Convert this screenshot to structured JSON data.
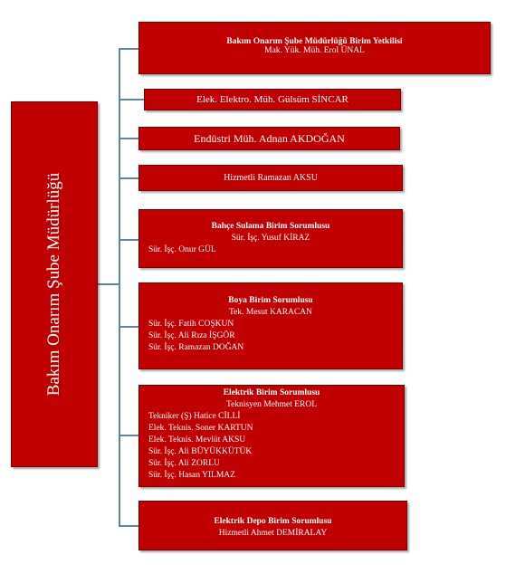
{
  "root": {
    "label": "Bakım Onarım Şube Müdürlüğü"
  },
  "units": [
    {
      "title": "Bakım Onarım Şube Müdürlüğü Birim Yetkilisi",
      "lines": [
        "Mak. Yük. Müh. Erol ÜNAL"
      ]
    },
    {
      "label": "Elek. Elektro. Müh. Gülsüm SİNCAR"
    },
    {
      "label": "Endüstri Müh. Adnan AKDOĞAN"
    },
    {
      "label": "Hizmetli Ramazan AKSU"
    },
    {
      "title": "Bahçe Sulama Birim Sorumlusu",
      "lines": [
        "Sür. İşç. Yusuf KİRAZ",
        "Sür. İşç. Onur GÜL"
      ]
    },
    {
      "title": "Boya Birim Sorumlusu",
      "lines": [
        "Tek. Mesut KARACAN",
        "Sür. İşç. Fatih COŞKUN",
        "Sür. İşç. Ali Rıza İŞGÖR",
        "Sür. İşç. Ramazan DOĞAN"
      ]
    },
    {
      "title": "Elektrik Birim Sorumlusu",
      "lines": [
        "Teknisyen Mehmet EROL",
        "Tekniker (Ş) Hatice CİLLİ",
        "Elek. Teknis. Soner KARTUN",
        "Elek. Teknis. Mevlüt AKSU",
        "Sür. İşç. Ali BÜYÜKKÜTÜK",
        "Sür. İşç. Ali ZORLU",
        "Sür. İşç. Hasan YILMAZ"
      ]
    },
    {
      "title": "Elektrik Depo Birim Sorumlusu",
      "lines": [
        "Hizmetli Ahmet DEMİRALAY"
      ]
    }
  ]
}
